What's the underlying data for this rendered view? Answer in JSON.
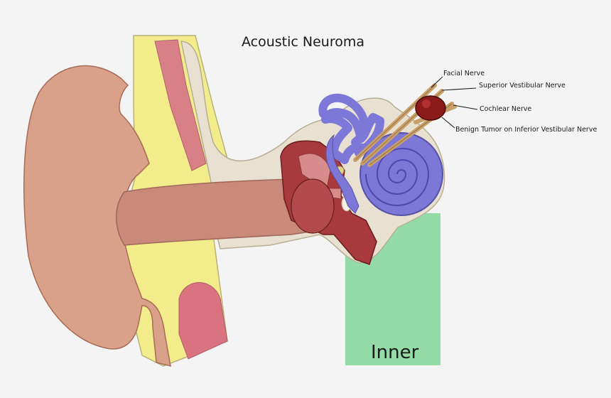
{
  "title": "Acoustic Neuroma",
  "labels": {
    "facial_nerve": "Facial Nerve",
    "superior_vestibular_nerve": "Superior Vestibular Nerve",
    "cochlear_nerve": "Cochlear Nerve",
    "benign_tumor": "Benign Tumor on Inferior Vestibular Nerve",
    "inner": "Inner"
  },
  "colors": {
    "background": "#f4f4f4",
    "bone": "#f2ec8a",
    "skin": "#d9a18a",
    "canal": "#c98a7a",
    "tissue": "#e8e0d0",
    "cochlea": "#7d77d8",
    "middle_ear": "#a8393c",
    "tumor": "#8b1a1a",
    "nerve": "#c9a06a",
    "inner_zone": "#93dca8"
  }
}
